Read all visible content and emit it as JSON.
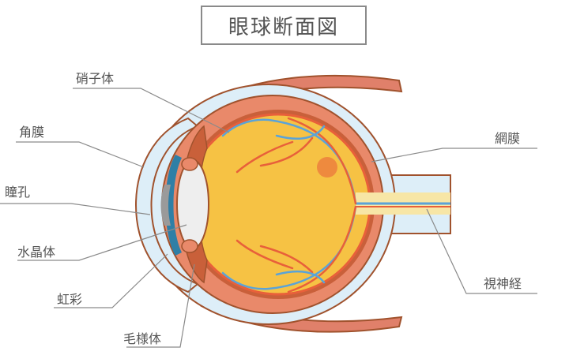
{
  "title": "眼球断面図",
  "labels": {
    "vitreous": "硝子体",
    "cornea": "角膜",
    "pupil": "瞳孔",
    "lens": "水晶体",
    "iris": "虹彩",
    "ciliary": "毛様体",
    "retina": "網膜",
    "optic_nerve": "視神経"
  },
  "colors": {
    "vitreous": "#f6c244",
    "sclera_outer": "#e9896a",
    "choroid": "#c9603a",
    "outline": "#a0522d",
    "muscle": "#e0806a",
    "cornea": "#ddeef8",
    "iris": "#2f7fa6",
    "lens": "#eeeeee",
    "vein": "#5aa3d8",
    "artery": "#e8603a",
    "nerve": "#f7e6a6",
    "leader": "#8a8a8a"
  }
}
